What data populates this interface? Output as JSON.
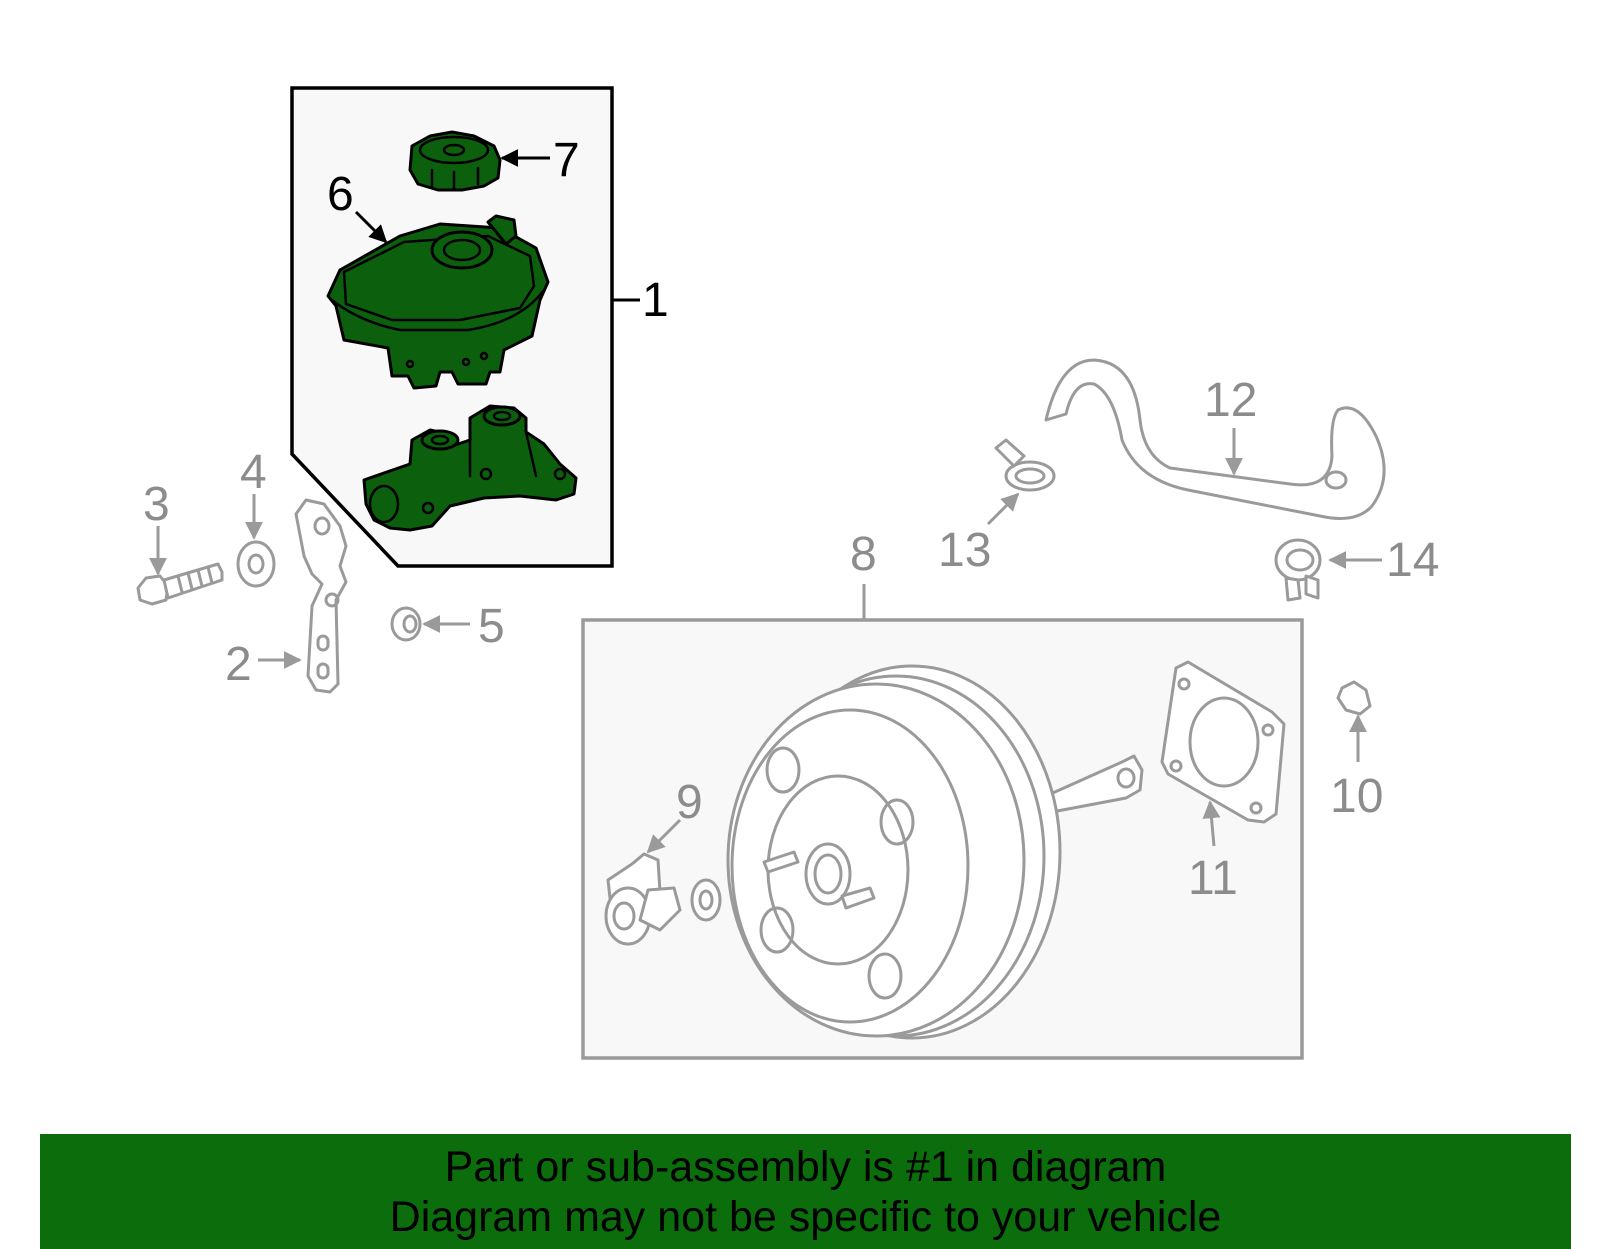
{
  "callouts": {
    "c1": "1",
    "c2": "2",
    "c3": "3",
    "c4": "4",
    "c5": "5",
    "c6": "6",
    "c7": "7",
    "c8": "8",
    "c9": "9",
    "c10": "10",
    "c11": "11",
    "c12": "12",
    "c13": "13",
    "c14": "14"
  },
  "banner": {
    "line1": "Part or sub-assembly is #1 in diagram",
    "line2": "Diagram may not be specific to your vehicle"
  },
  "colors": {
    "highlight": "#0c5f0c",
    "banner": "#0b6d0b",
    "inactive_line": "#9a9a9a"
  }
}
